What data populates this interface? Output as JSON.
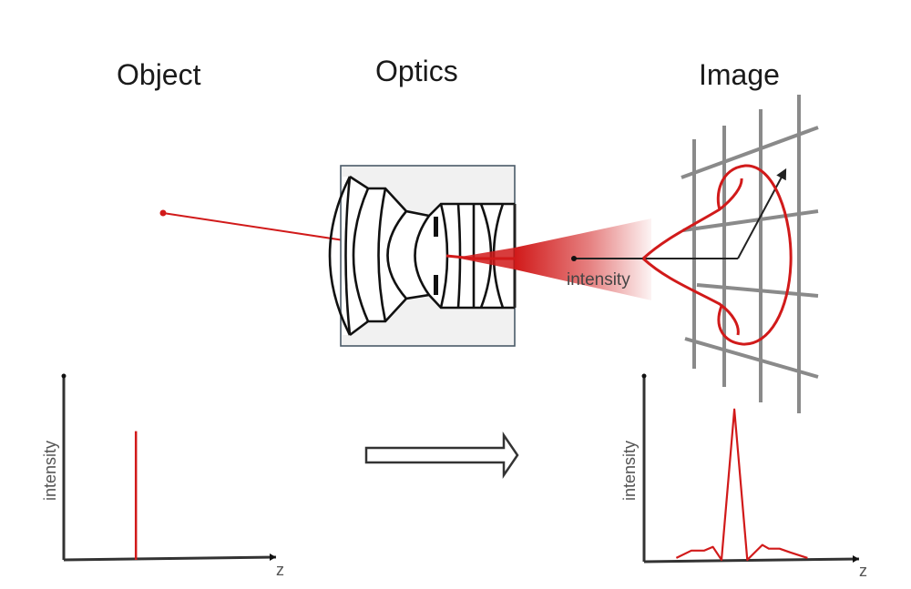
{
  "titles": {
    "object": "Object",
    "optics": "Optics",
    "image": "Image"
  },
  "beam": {
    "label": "intensity",
    "color": "#d11a1a"
  },
  "colors": {
    "ray": "#d11a1a",
    "optics_box_fill": "#f1f1f1",
    "optics_box_stroke": "#4a5a68",
    "grid": "#8a8a8a",
    "axis": "#333333"
  },
  "process_arrow": {
    "icon": "right-arrow-outline-icon",
    "meaning": "Object is mapped through optics to image"
  },
  "chart_data": [
    {
      "type": "line",
      "title": "Object",
      "xlabel": "z",
      "ylabel": "intensity",
      "description": "Point source: single delta spike",
      "x": [
        0.34,
        0.34
      ],
      "y": [
        0.0,
        0.7
      ],
      "xlim": [
        0,
        1
      ],
      "ylim": [
        0,
        1
      ],
      "grid": false
    },
    {
      "type": "line",
      "title": "Image",
      "xlabel": "z",
      "ylabel": "intensity",
      "description": "Point spread function: central peak with side lobes",
      "x": [
        0.15,
        0.22,
        0.28,
        0.32,
        0.36,
        0.42,
        0.48,
        0.55,
        0.58,
        0.63,
        0.68,
        0.76
      ],
      "y": [
        0.02,
        0.06,
        0.06,
        0.08,
        0.01,
        0.82,
        0.01,
        0.09,
        0.07,
        0.07,
        0.05,
        0.02
      ],
      "xlim": [
        0,
        1
      ],
      "ylim": [
        0,
        1
      ],
      "grid": false
    }
  ]
}
